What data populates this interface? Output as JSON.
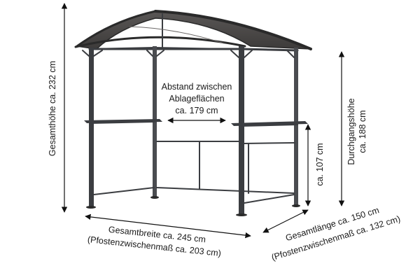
{
  "labels": {
    "total_height": "Gesamthöhe ca. 232 cm",
    "shelf_gap_line1": "Abstand zwischen",
    "shelf_gap_line2": "Ablageflächen",
    "shelf_gap_line3": "ca. 179 cm",
    "shelf_height": "ca. 107 cm",
    "passage_height_line1": "Durchgangshöhe",
    "passage_height_line2": "ca. 188 cm",
    "total_width_line1": "Gesamtbreite ca. 245 cm",
    "total_width_line2": "(Pfostenzwischenmaß ca. 203 cm)",
    "total_length_line1": "Gesamtlänge ca. 150 cm",
    "total_length_line2": "(Pfostenzwischenmaß ca. 132 cm)"
  },
  "colors": {
    "frame": "#3b3d41",
    "roof": "#4a4847",
    "roof_dark": "#2e2d2c",
    "dimension_line": "#111111"
  }
}
